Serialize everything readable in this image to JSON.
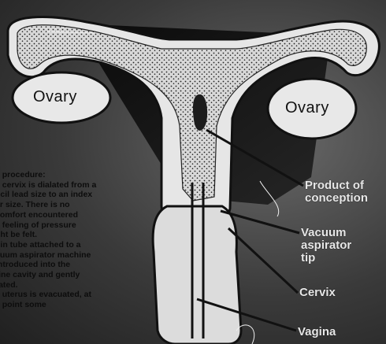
{
  "labels": {
    "ovary_left": "Ovary",
    "ovary_right": "Ovary",
    "product_line1": "Product of",
    "product_line2": "conception",
    "vacuum_line1": "Vacuum",
    "vacuum_line2": "aspirator",
    "vacuum_line3": "tip",
    "cervix": "Cervix",
    "vagina": "Vagina"
  },
  "procedure_text": [
    "e procedure:",
    "e cervix is dialated from a",
    "ncil lead size to an index",
    "er size. There is no",
    "comfort encountered",
    "a feeling of pressure",
    "ght be felt.",
    "hin tube attached to a",
    "cuum aspirator machine",
    "introduced into the",
    "rine cavity and gently",
    "rated.",
    "e uterus is evacuated, at",
    "s point some"
  ]
}
